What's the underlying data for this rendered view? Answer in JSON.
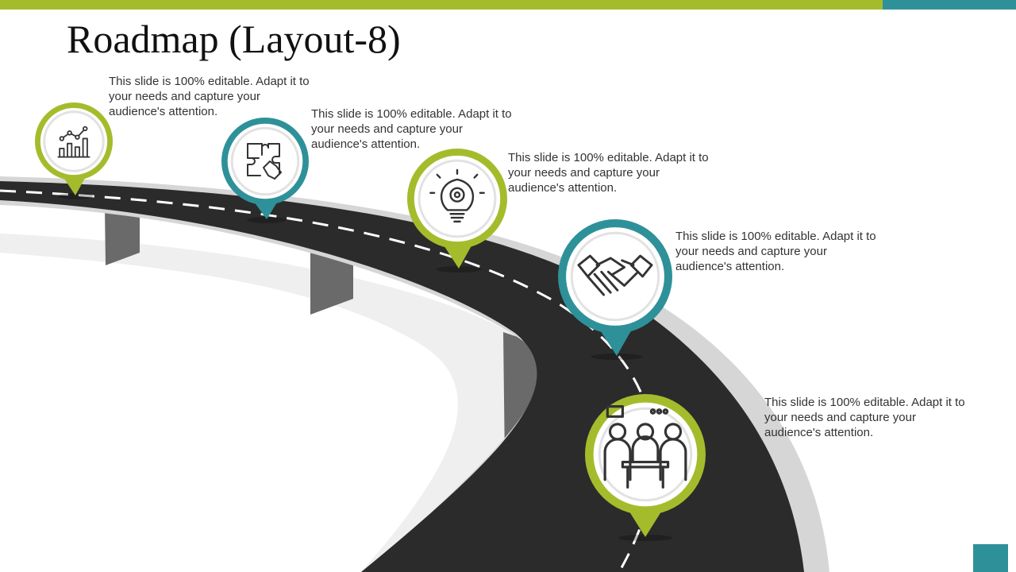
{
  "slide": {
    "title": "Roadmap (Layout-8)",
    "colors": {
      "green": "#a4bc2c",
      "teal": "#2e9199",
      "road": "#2b2b2b",
      "road_edge": "#d6d6d6",
      "pillar": "#6a6a6a"
    }
  },
  "milestones": [
    {
      "icon": "growth-chart-icon",
      "accent": "green",
      "text": "This slide is 100% editable. Adapt it to your needs and capture your audience's attention."
    },
    {
      "icon": "puzzle-hand-icon",
      "accent": "teal",
      "text": "This slide is 100% editable. Adapt it to your needs and capture your audience's attention."
    },
    {
      "icon": "idea-gear-bulb-icon",
      "accent": "green",
      "text": "This slide is 100% editable. Adapt it to your needs and capture your audience's attention."
    },
    {
      "icon": "handshake-icon",
      "accent": "teal",
      "text": "This slide is 100% editable. Adapt it to your needs and capture your audience's attention."
    },
    {
      "icon": "team-meeting-icon",
      "accent": "green",
      "text": "This slide is 100% editable. Adapt it to your needs and capture your audience's attention."
    }
  ]
}
